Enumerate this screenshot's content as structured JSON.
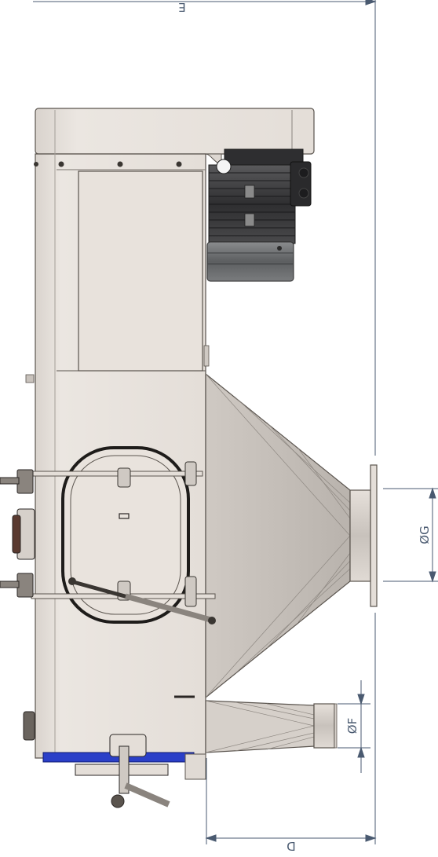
{
  "drawing": {
    "dimensions": {
      "E": "E",
      "D": "D",
      "G": "ØG",
      "F": "ØF"
    },
    "colors": {
      "body": "#e6e0da",
      "body_edge": "#5a544e",
      "motor": "#3a3a3c",
      "motor_fan": "#6e7072",
      "cone": "#d8d2cc",
      "seal": "#2a3fc8",
      "dimension_line": "#4a5a70"
    }
  }
}
